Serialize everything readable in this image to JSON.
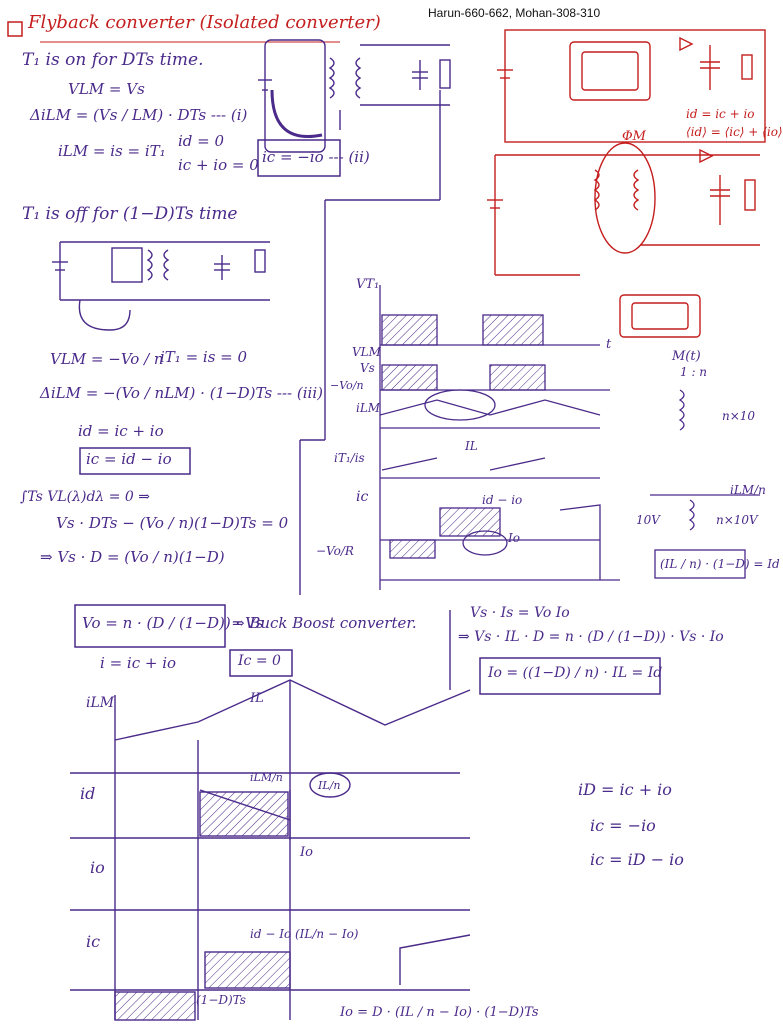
{
  "header": {
    "title": "Flyback converter (Isolated converter)",
    "reference": "Harun-660-662, Mohan-308-310"
  },
  "on_state": {
    "heading": "T₁ is on for DTs time.",
    "eq_vlm": "VLM = Vs",
    "eq_delta": "ΔiLM = (Vs / LM) · DTs --- (i)",
    "eq_ilm": "iLM = is = iT₁",
    "eq_id": "id = 0",
    "eq_kcl": "ic + io = 0",
    "eq_ic": "ic = −io --- (ii)"
  },
  "off_state": {
    "heading": "T₁ is off for (1−D)Ts time",
    "eq_vlm": "VLM = −Vo / n",
    "eq_it": "iT₁ = is = 0",
    "eq_delta": "ΔiLM = −(Vo / nLM) · (1−D)Ts --- (iii)",
    "eq_id": "id = ic + io",
    "eq_ic": "ic = id − io",
    "eq_int": "∫Ts VL(λ)dλ = 0 ⇒",
    "eq_bal1": "Vs · DTs − (Vo / n)(1−D)Ts = 0",
    "eq_bal2": "⇒ Vs · D = (Vo / n)(1−D)"
  },
  "result": {
    "vo": "Vo = n · (D / (1−D)) · Vs",
    "buck_boost": "⇒ Buck Boost converter.",
    "i_sum": "i = ic + io",
    "ic_zero": "Ic = 0",
    "power": "Vs · Is = Vo Io",
    "power2": "⇒ Vs · IL · D = n · (D / (1−D)) · Vs · Io",
    "io": "Io = ((1−D) / n) · IL = Id"
  },
  "right_notes": {
    "id_note": "id = ic + io",
    "id_avg": "⟨id⟩ = ⟨ic⟩ + ⟨io⟩",
    "phi_m": "ΦM",
    "m_t": "M(t)",
    "ratio": "1 : n",
    "nx10": "n×10",
    "v10": "10V",
    "nx10v": "n×10V",
    "box_eq": "(IL / n) · (1−D) = Id",
    "ilm_over_n": "iLM/n"
  },
  "waveform_labels": {
    "vt1": "VT₁",
    "vlm": "VLM",
    "vs": "Vs",
    "neg_vo_n": "−Vo/n",
    "ilm": "iLM",
    "it1": "iT₁/is",
    "il": "IL",
    "ic": "ic",
    "id_minus_io": "id − io",
    "io": "Io",
    "neg_vo_r": "−Vo/R",
    "t": "t"
  },
  "bottom": {
    "ilm": "iLM",
    "il": "IL",
    "id": "id",
    "ilm_n": "iLM/n",
    "il_n": "IL/n",
    "io": "io",
    "io_cap": "Io",
    "ic": "ic",
    "ic_expr": "id − Io (IL/n − Io)",
    "one_minus_d": "(1−D)Ts",
    "eq1": "iD = ic + io",
    "eq2": "ic = −io",
    "eq3": "ic = iD − io",
    "bottom_eq": "Io = D · (IL / n − Io) · (1−D)Ts"
  },
  "colors": {
    "ink": "#4a2a8a",
    "red": "#c41e1e"
  }
}
